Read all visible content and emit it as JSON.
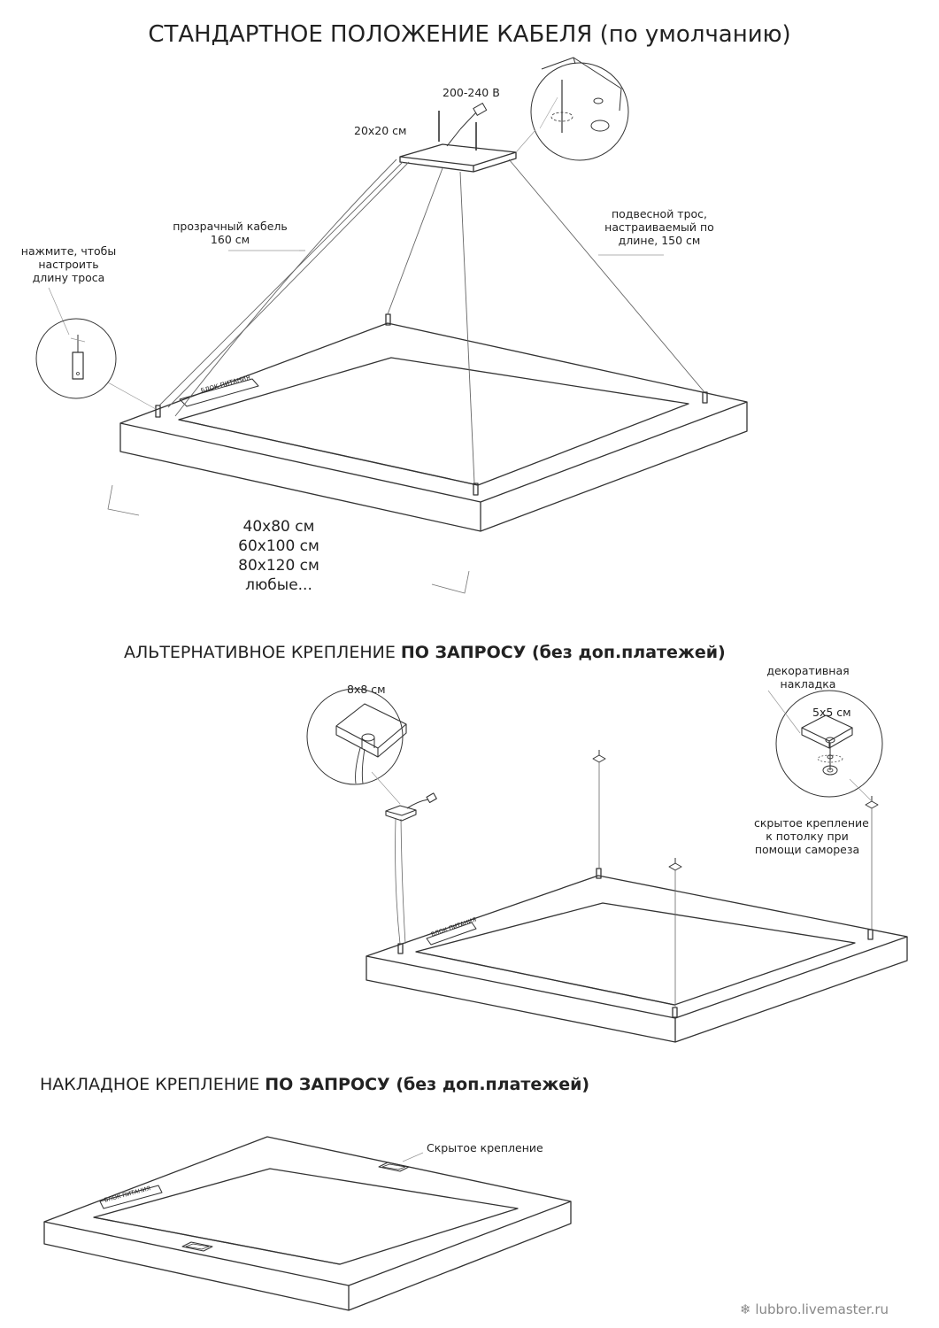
{
  "section1": {
    "title": "СТАНДАРТНОЕ ПОЛОЖЕНИЕ КАБЕЛЯ (по умолчанию)",
    "voltage": "200-240 В",
    "canopy_size": "20x20 см",
    "clear_cable": [
      "прозрачный кабель",
      "160 см"
    ],
    "press_label": [
      "нажмите, чтобы",
      "настроить",
      "длину троса"
    ],
    "suspension_cable": [
      "подвесной трос,",
      "настраиваемый по",
      "длине, 150 см"
    ],
    "power_block": "БЛОК ПИТАНИЯ",
    "sizes": [
      "40x80 см",
      "60x100 см",
      "80x120 см",
      "любые..."
    ]
  },
  "section2": {
    "title_regular": "АЛЬТЕРНАТИВНОЕ КРЕПЛЕНИЕ ",
    "title_bold": "ПО ЗАПРОСУ (без доп.платежей)",
    "canopy_size": "8x8 см",
    "decor_cover": [
      "декоративная",
      "накладка"
    ],
    "cover_size": "5x5 см",
    "hidden_mount": [
      "скрытое крепление",
      "к потолку при",
      "помощи самореза"
    ],
    "power_block": "БЛОК ПИТАНИЯ"
  },
  "section3": {
    "title_regular": "НАКЛАДНОЕ КРЕПЛЕНИЕ ",
    "title_bold": "ПО ЗАПРОСУ (без доп.платежей)",
    "hidden_mount": "Скрытое крепление",
    "power_block": "БЛОК ПИТАНИЯ"
  },
  "watermark": "lubbro.livemaster.ru",
  "watermark_icon": "snowflake-icon"
}
